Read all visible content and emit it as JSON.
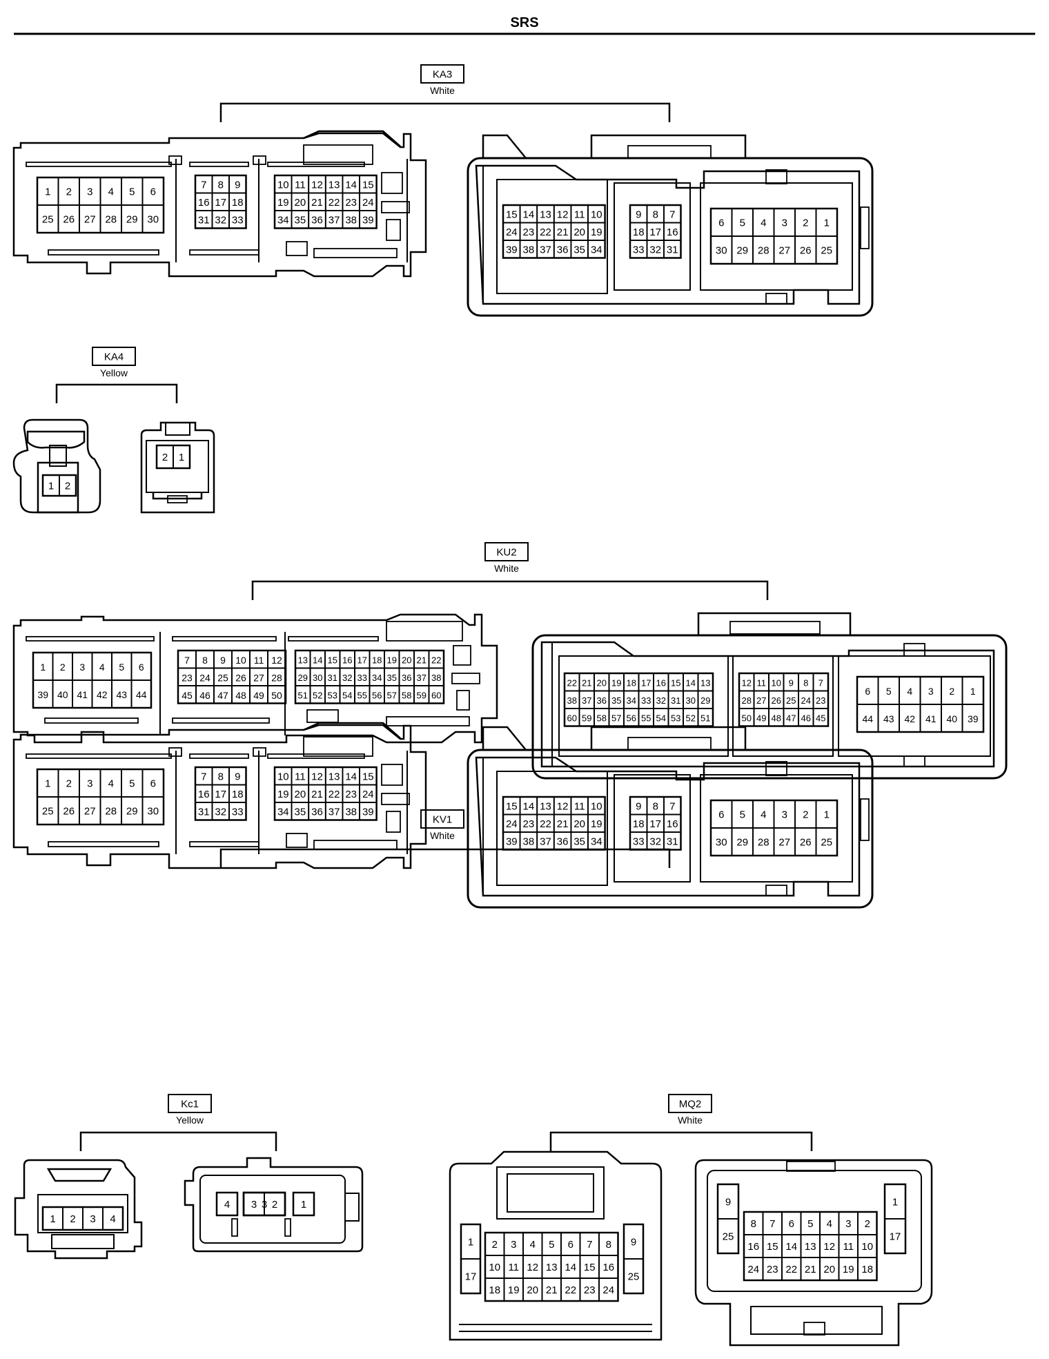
{
  "title": "SRS",
  "connectors": [
    {
      "id": "KA3",
      "color": "White",
      "views": [
        {
          "blocks": [
            [
              [
                "1",
                "2",
                "3",
                "4",
                "5",
                "6"
              ],
              [
                "25",
                "26",
                "27",
                "28",
                "29",
                "30"
              ]
            ],
            [
              [
                "7",
                "8",
                "9"
              ],
              [
                "16",
                "17",
                "18"
              ],
              [
                "31",
                "32",
                "33"
              ]
            ],
            [
              [
                "10",
                "11",
                "12",
                "13",
                "14",
                "15"
              ],
              [
                "19",
                "20",
                "21",
                "22",
                "23",
                "24"
              ],
              [
                "34",
                "35",
                "36",
                "37",
                "38",
                "39"
              ]
            ]
          ]
        },
        {
          "blocks": [
            [
              [
                "15",
                "14",
                "13",
                "12",
                "11",
                "10"
              ],
              [
                "24",
                "23",
                "22",
                "21",
                "20",
                "19"
              ],
              [
                "39",
                "38",
                "37",
                "36",
                "35",
                "34"
              ]
            ],
            [
              [
                "9",
                "8",
                "7"
              ],
              [
                "18",
                "17",
                "16"
              ],
              [
                "33",
                "32",
                "31"
              ]
            ],
            [
              [
                "6",
                "5",
                "4",
                "3",
                "2",
                "1"
              ],
              [
                "30",
                "29",
                "28",
                "27",
                "26",
                "25"
              ]
            ]
          ]
        }
      ]
    },
    {
      "id": "KA4",
      "color": "Yellow",
      "views": [
        {
          "blocks": [
            [
              [
                "1",
                "2"
              ]
            ]
          ]
        },
        {
          "blocks": [
            [
              [
                "2",
                "1"
              ]
            ]
          ]
        }
      ]
    },
    {
      "id": "KU2",
      "color": "White",
      "views": [
        {
          "blocks": [
            [
              [
                "1",
                "2",
                "3",
                "4",
                "5",
                "6"
              ],
              [
                "39",
                "40",
                "41",
                "42",
                "43",
                "44"
              ]
            ],
            [
              [
                "7",
                "8",
                "9",
                "10",
                "11",
                "12"
              ],
              [
                "23",
                "24",
                "25",
                "26",
                "27",
                "28"
              ],
              [
                "45",
                "46",
                "47",
                "48",
                "49",
                "50"
              ]
            ],
            [
              [
                "13",
                "14",
                "15",
                "16",
                "17",
                "18",
                "19",
                "20",
                "21",
                "22"
              ],
              [
                "29",
                "30",
                "31",
                "32",
                "33",
                "34",
                "35",
                "36",
                "37",
                "38"
              ],
              [
                "51",
                "52",
                "53",
                "54",
                "55",
                "56",
                "57",
                "58",
                "59",
                "60"
              ]
            ]
          ]
        },
        {
          "blocks": [
            [
              [
                "22",
                "21",
                "20",
                "19",
                "18",
                "17",
                "16",
                "15",
                "14",
                "13"
              ],
              [
                "38",
                "37",
                "36",
                "35",
                "34",
                "33",
                "32",
                "31",
                "30",
                "29"
              ],
              [
                "60",
                "59",
                "58",
                "57",
                "56",
                "55",
                "54",
                "53",
                "52",
                "51"
              ]
            ],
            [
              [
                "12",
                "11",
                "10",
                "9",
                "8",
                "7"
              ],
              [
                "28",
                "27",
                "26",
                "25",
                "24",
                "23"
              ],
              [
                "50",
                "49",
                "48",
                "47",
                "46",
                "45"
              ]
            ],
            [
              [
                "6",
                "5",
                "4",
                "3",
                "2",
                "1"
              ],
              [
                "44",
                "43",
                "42",
                "41",
                "40",
                "39"
              ]
            ]
          ]
        }
      ]
    },
    {
      "id": "KV1",
      "color": "White",
      "views": [
        {
          "blocks": [
            [
              [
                "1",
                "2",
                "3",
                "4",
                "5",
                "6"
              ],
              [
                "25",
                "26",
                "27",
                "28",
                "29",
                "30"
              ]
            ],
            [
              [
                "7",
                "8",
                "9"
              ],
              [
                "16",
                "17",
                "18"
              ],
              [
                "31",
                "32",
                "33"
              ]
            ],
            [
              [
                "10",
                "11",
                "12",
                "13",
                "14",
                "15"
              ],
              [
                "19",
                "20",
                "21",
                "22",
                "23",
                "24"
              ],
              [
                "34",
                "35",
                "36",
                "37",
                "38",
                "39"
              ]
            ]
          ]
        },
        {
          "blocks": [
            [
              [
                "15",
                "14",
                "13",
                "12",
                "11",
                "10"
              ],
              [
                "24",
                "23",
                "22",
                "21",
                "20",
                "19"
              ],
              [
                "39",
                "38",
                "37",
                "36",
                "35",
                "34"
              ]
            ],
            [
              [
                "9",
                "8",
                "7"
              ],
              [
                "18",
                "17",
                "16"
              ],
              [
                "33",
                "32",
                "31"
              ]
            ],
            [
              [
                "6",
                "5",
                "4",
                "3",
                "2",
                "1"
              ],
              [
                "30",
                "29",
                "28",
                "27",
                "26",
                "25"
              ]
            ]
          ]
        }
      ]
    },
    {
      "id": "Kc1",
      "color": "Yellow",
      "views": [
        {
          "blocks": [
            [
              [
                "1",
                "2",
                "3",
                "4"
              ]
            ]
          ]
        },
        {
          "blocks": [
            [
              [
                "4",
                "3",
                "2",
                "1"
              ]
            ]
          ]
        }
      ]
    },
    {
      "id": "MQ2",
      "color": "White",
      "views": [
        {
          "blocks": [
            [
              [
                "2",
                "3",
                "4",
                "5",
                "6",
                "7",
                "8"
              ],
              [
                "10",
                "11",
                "12",
                "13",
                "14",
                "15",
                "16"
              ],
              [
                "18",
                "19",
                "20",
                "21",
                "22",
                "23",
                "24"
              ]
            ]
          ],
          "side_left": [
            "1",
            "17"
          ],
          "side_right": [
            "9",
            "25"
          ]
        },
        {
          "blocks": [
            [
              [
                "8",
                "7",
                "6",
                "5",
                "4",
                "3",
                "2"
              ],
              [
                "16",
                "15",
                "14",
                "13",
                "12",
                "11",
                "10"
              ],
              [
                "24",
                "23",
                "22",
                "21",
                "20",
                "19",
                "18"
              ]
            ]
          ],
          "side_left": [
            "9",
            "25"
          ],
          "side_right": [
            "1",
            "17"
          ]
        }
      ]
    }
  ]
}
